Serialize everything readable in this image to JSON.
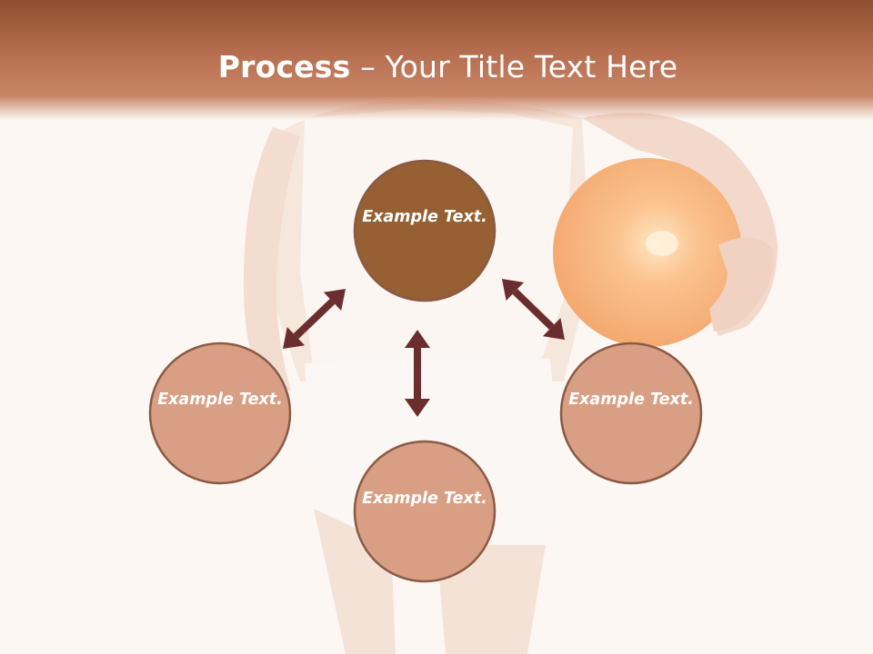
{
  "title": {
    "bold": "Process",
    "separator": " – ",
    "rest": "Your Title Text Here"
  },
  "nodes": [
    {
      "label": "Example Text.",
      "fill": "#966033"
    },
    {
      "label": "Example Text.",
      "fill": "#d99f84"
    },
    {
      "label": "Example Text.",
      "fill": "#d99f84"
    },
    {
      "label": "Example Text.",
      "fill": "#d99f84"
    }
  ],
  "colors": {
    "title_bar": "#b66e4f",
    "arrow": "#6b2e2e",
    "node_border": "#8a5a45",
    "background": "#fcf7f3"
  }
}
